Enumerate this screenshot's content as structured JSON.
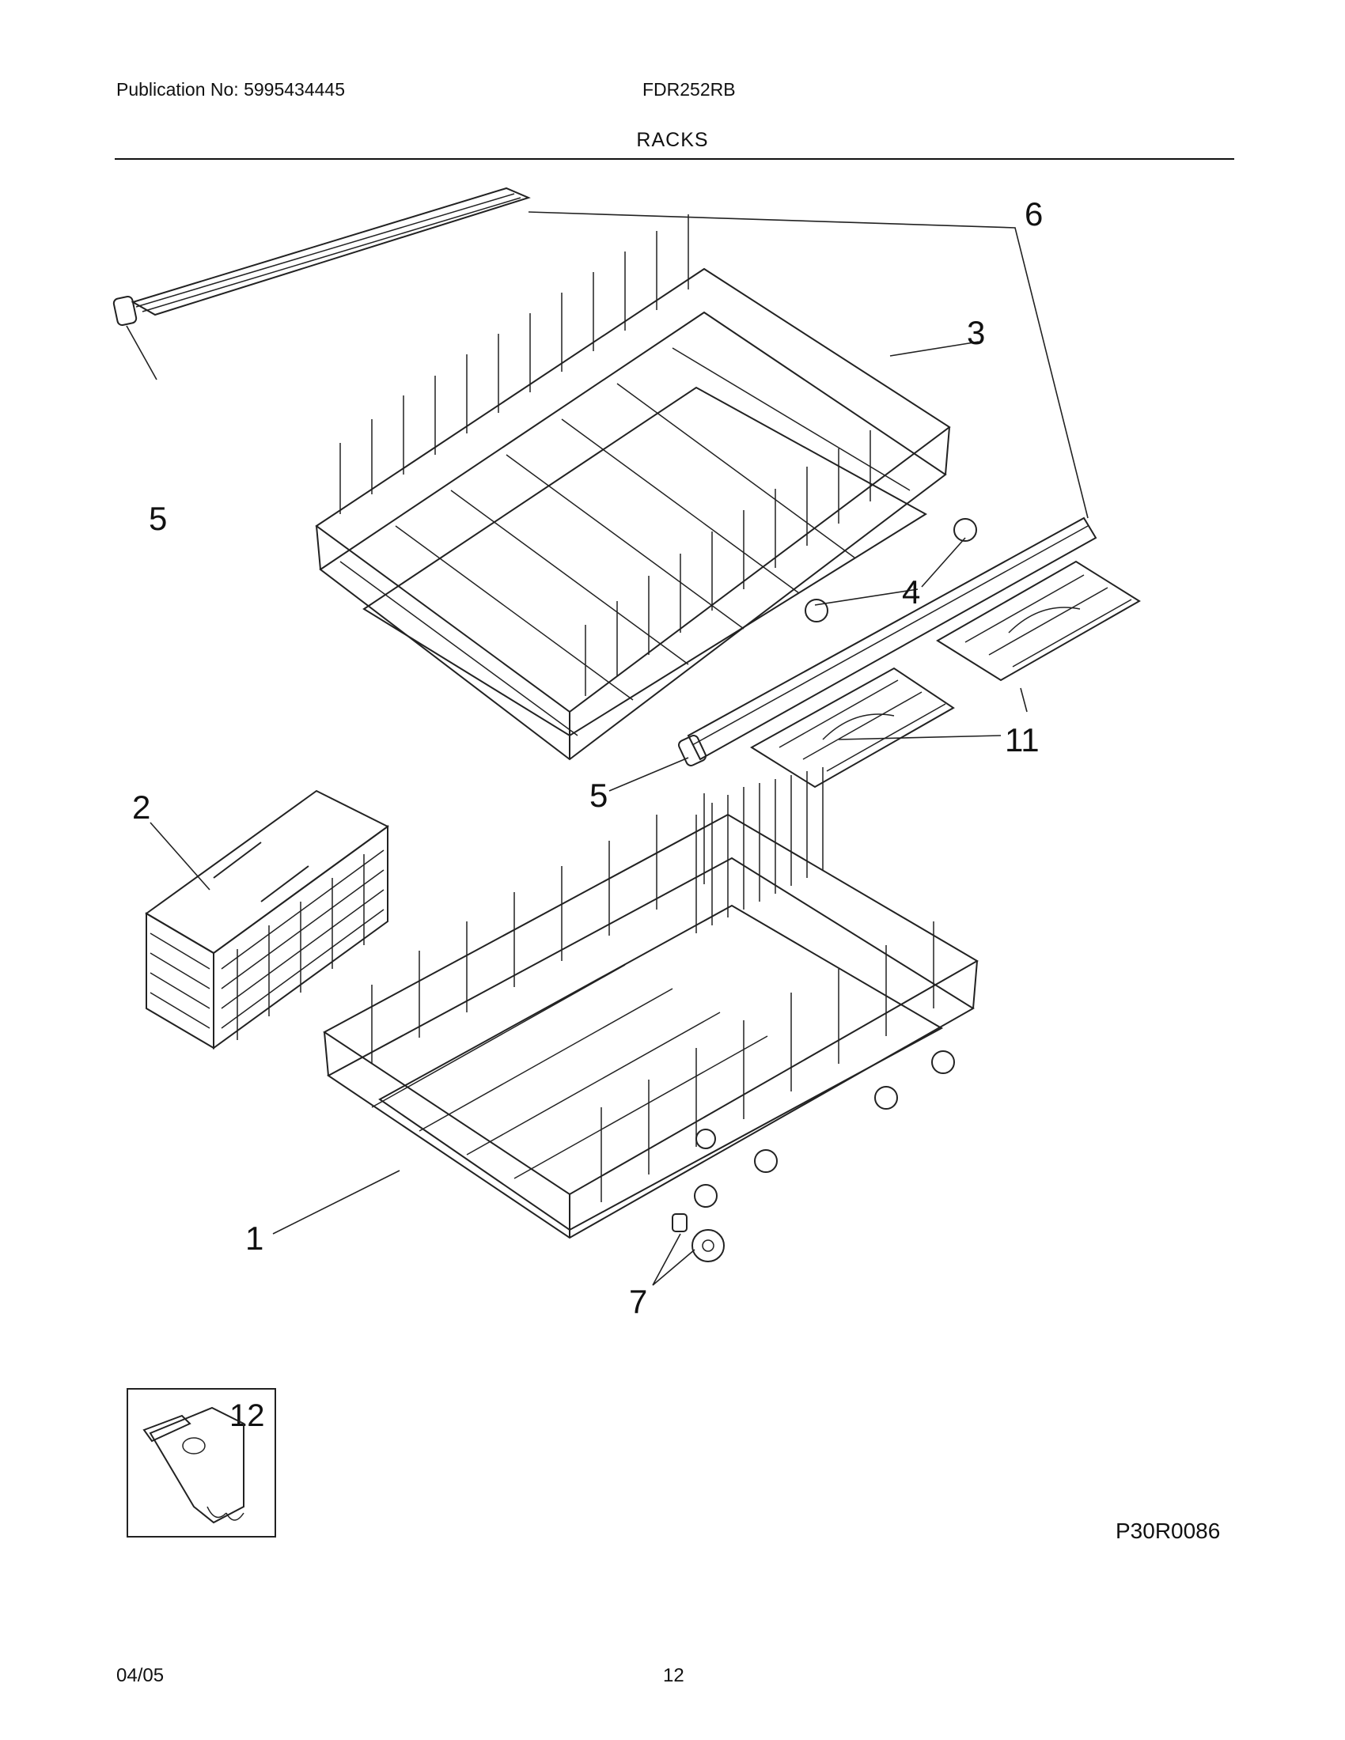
{
  "header": {
    "publication": "Publication No: 5995434445",
    "model": "FDR252RB",
    "section": "RACKS"
  },
  "callouts": {
    "c6": "6",
    "c3": "3",
    "c5_left": "5",
    "c4": "4",
    "c11": "11",
    "c5_mid": "5",
    "c2": "2",
    "c1": "1",
    "c7": "7",
    "c12": "12"
  },
  "diagram_code": "P30R0086",
  "footer": {
    "date": "04/05",
    "page": "12"
  }
}
